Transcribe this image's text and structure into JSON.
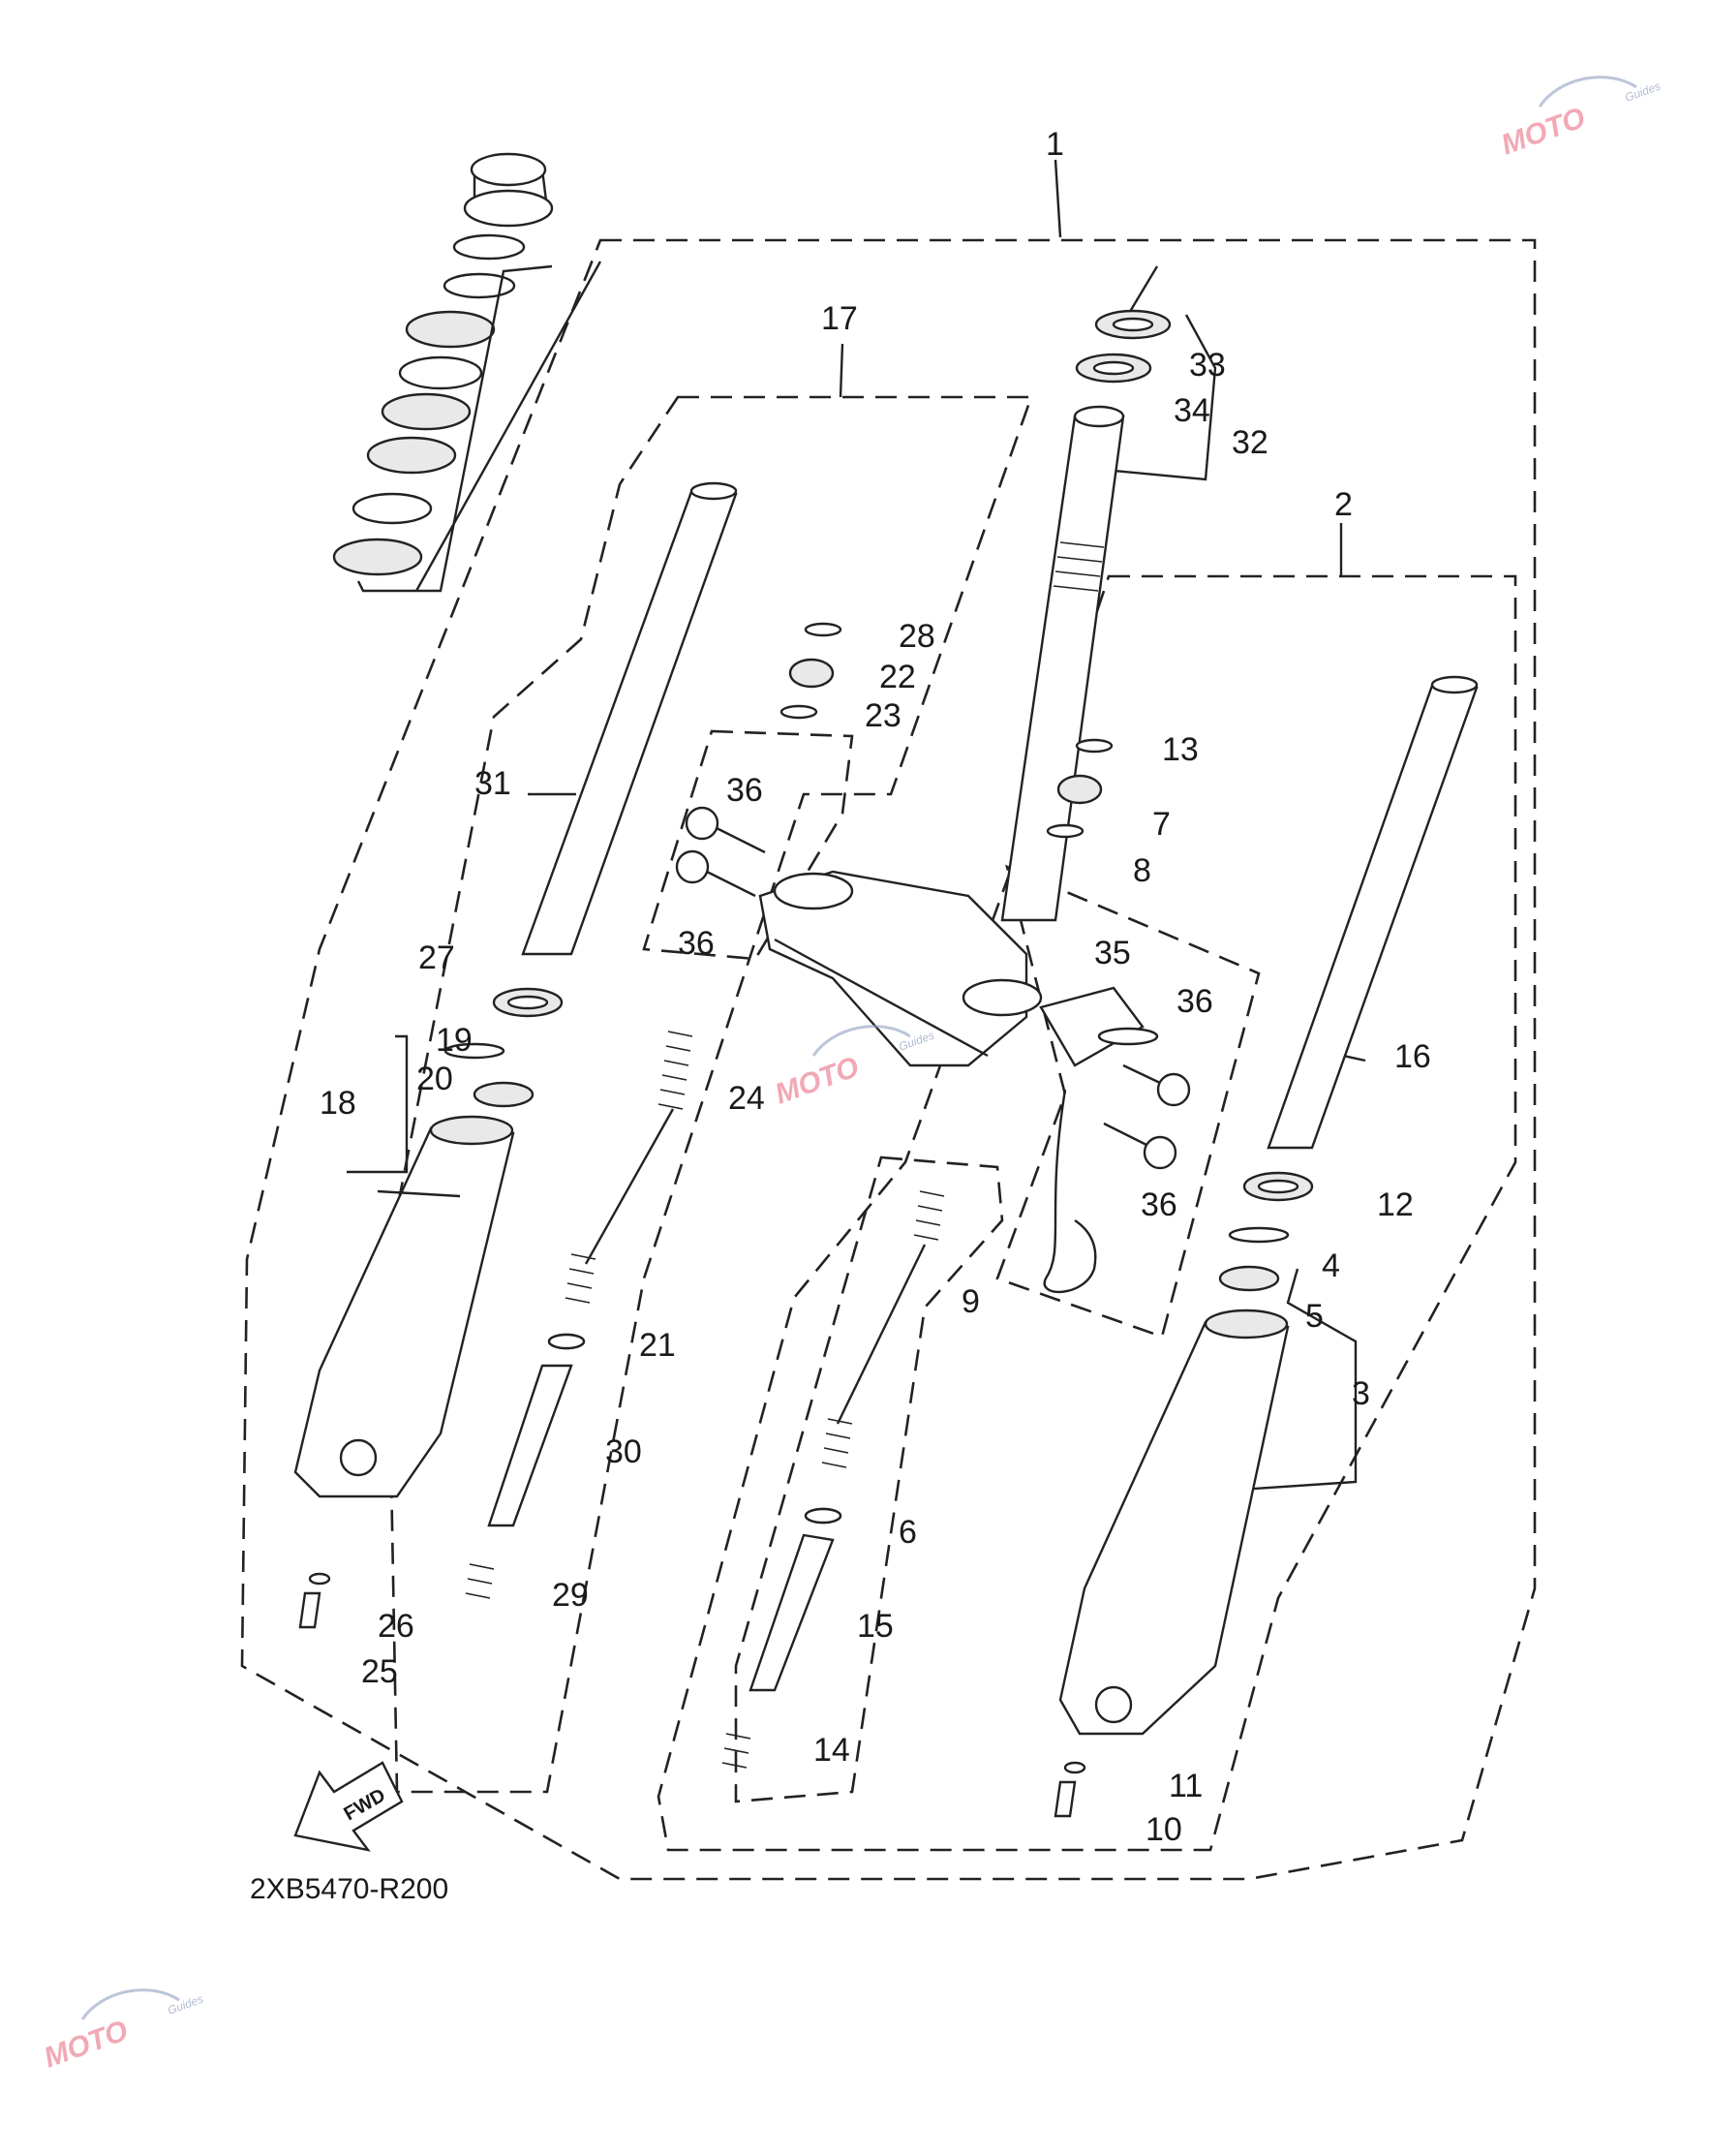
{
  "diagram": {
    "code": "2XB5470-R200",
    "fwd_label": "FWD",
    "watermark": {
      "main": "MOTO",
      "sub": "Guides"
    },
    "callouts": [
      "1",
      "2",
      "3",
      "4",
      "5",
      "6",
      "7",
      "8",
      "9",
      "10",
      "11",
      "12",
      "13",
      "14",
      "15",
      "16",
      "17",
      "18",
      "19",
      "20",
      "21",
      "22",
      "23",
      "24",
      "25",
      "26",
      "27",
      "28",
      "29",
      "30",
      "31",
      "32",
      "33",
      "34",
      "35",
      "36"
    ],
    "label_36": "36"
  }
}
